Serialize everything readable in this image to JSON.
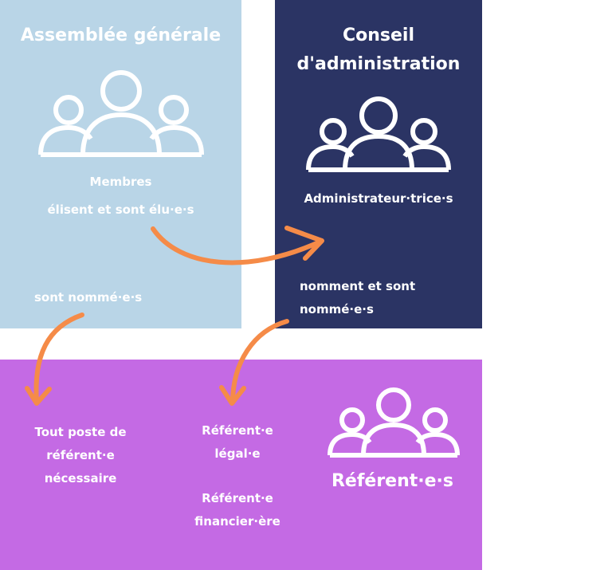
{
  "assemblee": {
    "title": "Assemblée générale",
    "line1": "Membres",
    "line2": "élisent et sont élu·e·s",
    "nommes": "sont nommé·e·s"
  },
  "conseil": {
    "title_line1": "Conseil",
    "title_line2": "d'administration",
    "role": "Administrateur·trice·s",
    "line1": "nomment et sont",
    "line2": "nommé·e·s"
  },
  "referents": {
    "poste_line1": "Tout poste de",
    "poste_line2": "référent·e",
    "poste_line3": "nécessaire",
    "legal_line1": "Référent·e",
    "legal_line2": "légal·e",
    "financier_line1": "Référent·e",
    "financier_line2": "financier·ère",
    "title": "Référent·e·s"
  },
  "colors": {
    "assemblee_bg": "#b9d5e7",
    "conseil_bg": "#2b3464",
    "referents_bg": "#c46ae4",
    "arrow": "#f58b48",
    "text": "#ffffff"
  },
  "icons": [
    "group-people-icon",
    "group-people-icon",
    "group-people-icon"
  ]
}
